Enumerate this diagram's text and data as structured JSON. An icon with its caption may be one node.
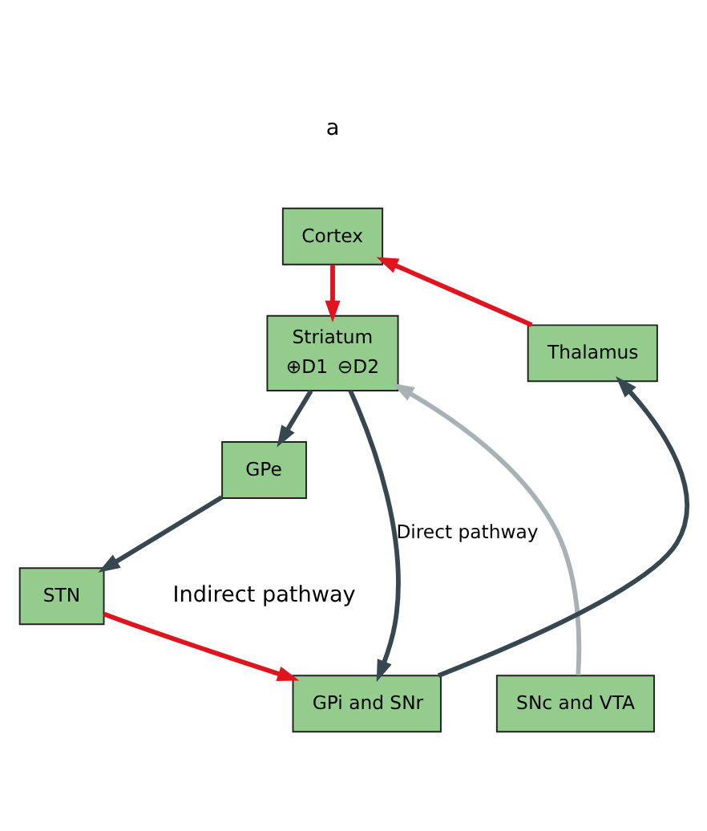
{
  "diagram": {
    "nodes": [
      {
        "text": [
          "Cortex"
        ]
      },
      {
        "text": [
          "Striatum",
          "⊕D1",
          "⊖D2"
        ]
      },
      {
        "text": [
          "Thalamus"
        ]
      },
      {
        "text": [
          "GPe"
        ]
      },
      {
        "text": [
          "STN"
        ]
      },
      {
        "text": [
          "SNc and VTA"
        ]
      },
      {
        "text": [
          "GPi and SNr"
        ]
      }
    ],
    "edges": [
      {
        "from": 0,
        "to": 1,
        "arrow": "to",
        "color": "#e0141e"
      },
      {
        "from": 2,
        "to": 0,
        "arrow": "to",
        "color": "#e0141e"
      },
      {
        "from": 1,
        "to": 6,
        "arrow": "to",
        "label": "Direct pathway"
      },
      {
        "from": 1,
        "to": 3,
        "arrow": "to"
      },
      {
        "from": 3,
        "to": 4,
        "arrow": "to"
      },
      {
        "from": 4,
        "to": 6,
        "arrow": "to",
        "color": "#e0141e"
      },
      {
        "from": 6,
        "to": 2,
        "arrow": "to"
      },
      {
        "from": 5,
        "to": 1,
        "arrow": "to",
        "color": "#a9b1b4"
      }
    ],
    "labels": [
      "a",
      "Indirect pathway"
    ]
  }
}
